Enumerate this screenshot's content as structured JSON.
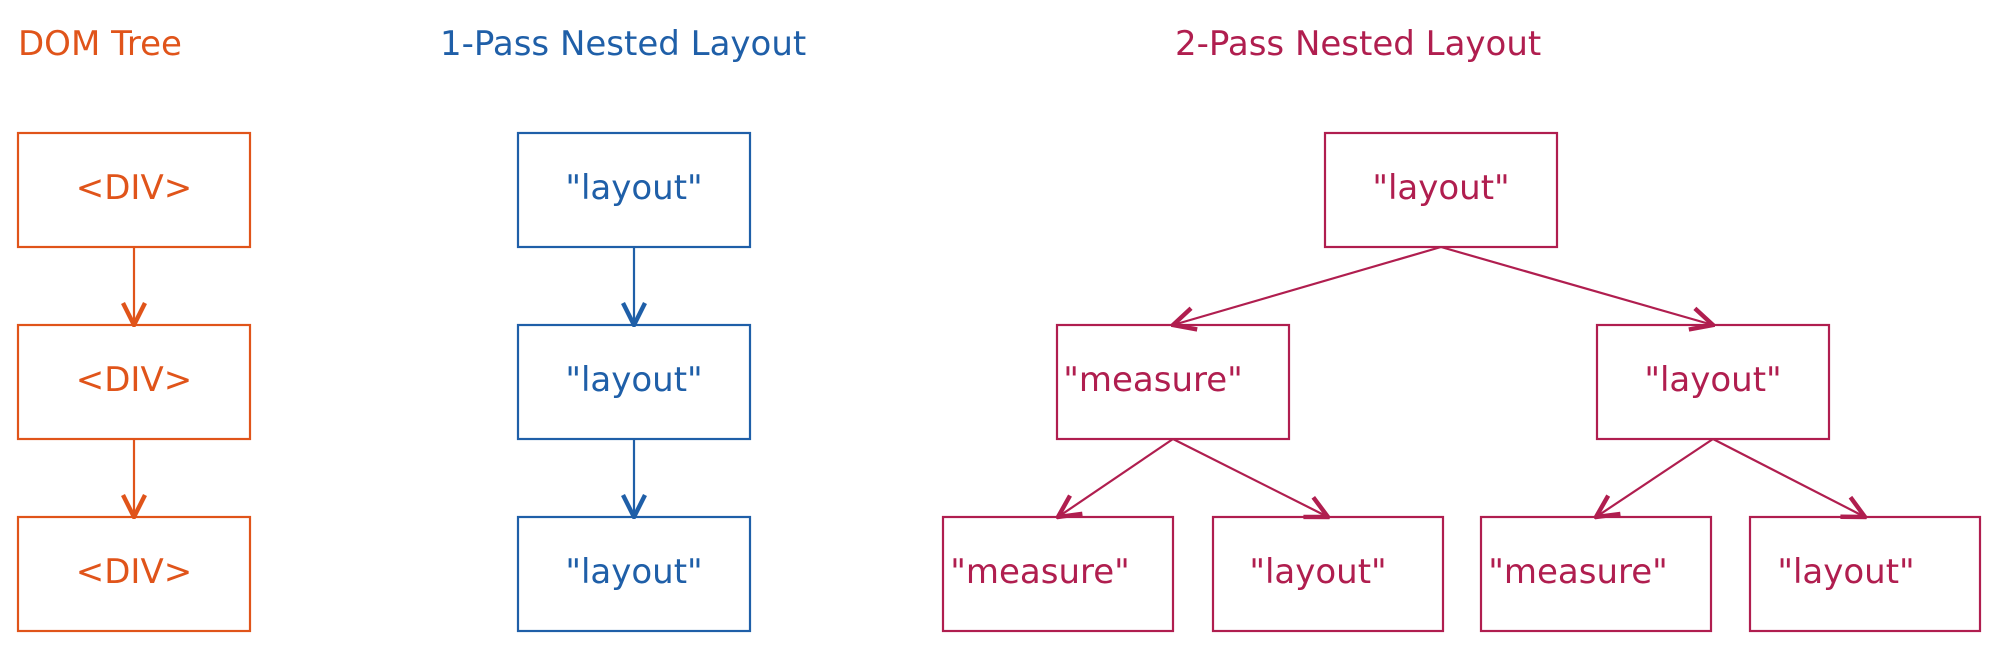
{
  "colors": {
    "dom": "#e0541a",
    "pass1": "#1f5fa8",
    "pass2": "#b01e4f"
  },
  "columns": [
    {
      "id": "dom",
      "title": "DOM Tree",
      "nodes": [
        {
          "id": "dom-1",
          "label": "<DIV>"
        },
        {
          "id": "dom-2",
          "label": "<DIV>"
        },
        {
          "id": "dom-3",
          "label": "<DIV>"
        }
      ],
      "edges": [
        [
          "dom-1",
          "dom-2"
        ],
        [
          "dom-2",
          "dom-3"
        ]
      ]
    },
    {
      "id": "pass1",
      "title": "1-Pass Nested Layout",
      "nodes": [
        {
          "id": "p1-1",
          "label": "\"layout\""
        },
        {
          "id": "p1-2",
          "label": "\"layout\""
        },
        {
          "id": "p1-3",
          "label": "\"layout\""
        }
      ],
      "edges": [
        [
          "p1-1",
          "p1-2"
        ],
        [
          "p1-2",
          "p1-3"
        ]
      ]
    },
    {
      "id": "pass2",
      "title": "2-Pass Nested Layout",
      "nodes": [
        {
          "id": "p2-root",
          "label": "\"layout\""
        },
        {
          "id": "p2-m",
          "label": "\"measure\""
        },
        {
          "id": "p2-l",
          "label": "\"layout\""
        },
        {
          "id": "p2-mm",
          "label": "\"measure\""
        },
        {
          "id": "p2-ml",
          "label": "\"layout\""
        },
        {
          "id": "p2-lm",
          "label": "\"measure\""
        },
        {
          "id": "p2-ll",
          "label": "\"layout\""
        }
      ],
      "edges": [
        [
          "p2-root",
          "p2-m"
        ],
        [
          "p2-root",
          "p2-l"
        ],
        [
          "p2-m",
          "p2-mm"
        ],
        [
          "p2-m",
          "p2-ml"
        ],
        [
          "p2-l",
          "p2-lm"
        ],
        [
          "p2-l",
          "p2-ll"
        ]
      ]
    }
  ]
}
